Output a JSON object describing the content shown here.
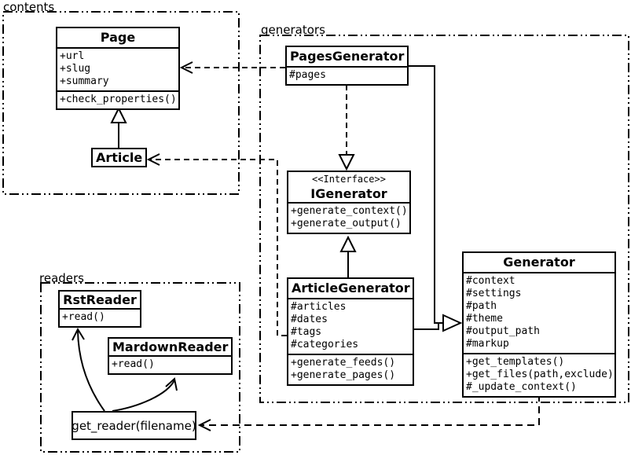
{
  "packages": {
    "contents": {
      "label": "contents"
    },
    "generators": {
      "label": "generators"
    },
    "readers": {
      "label": "readers"
    }
  },
  "classes": {
    "page": {
      "name": "Page",
      "attributes": [
        "+url",
        "+slug",
        "+summary"
      ],
      "methods": [
        "+check_properties()"
      ]
    },
    "article": {
      "name": "Article"
    },
    "pages_generator": {
      "name": "PagesGenerator",
      "attributes": [
        "#pages"
      ]
    },
    "igenerator": {
      "stereotype": "<<Interface>>",
      "name": "IGenerator",
      "methods": [
        "+generate_context()",
        "+generate_output()"
      ]
    },
    "article_generator": {
      "name": "ArticleGenerator",
      "attributes": [
        "#articles",
        "#dates",
        "#tags",
        "#categories"
      ],
      "methods": [
        "+generate_feeds()",
        "+generate_pages()"
      ]
    },
    "generator": {
      "name": "Generator",
      "attributes": [
        "#context",
        "#settings",
        "#path",
        "#theme",
        "#output_path",
        "#markup"
      ],
      "methods": [
        "+get_templates()",
        "+get_files(path,exclude)",
        "#_update_context()"
      ]
    },
    "rst_reader": {
      "name": "RstReader",
      "methods": [
        "+read()"
      ]
    },
    "mardown_reader": {
      "name": "MardownReader",
      "methods": [
        "+read()"
      ]
    },
    "get_reader": {
      "label": "get_reader(filename)"
    }
  },
  "relationships": [
    {
      "from": "Article",
      "to": "Page",
      "type": "inheritance"
    },
    {
      "from": "PagesGenerator",
      "to": "Page",
      "type": "dependency"
    },
    {
      "from": "ArticleGenerator",
      "to": "Article",
      "type": "dependency"
    },
    {
      "from": "PagesGenerator",
      "to": "IGenerator",
      "type": "realization"
    },
    {
      "from": "ArticleGenerator",
      "to": "IGenerator",
      "type": "inheritance"
    },
    {
      "from": "PagesGenerator",
      "to": "Generator",
      "type": "inheritance"
    },
    {
      "from": "ArticleGenerator",
      "to": "Generator",
      "type": "inheritance"
    },
    {
      "from": "Generator",
      "to": "get_reader(filename)",
      "type": "dependency"
    },
    {
      "from": "get_reader(filename)",
      "to": "RstReader",
      "type": "association"
    },
    {
      "from": "get_reader(filename)",
      "to": "MardownReader",
      "type": "association"
    }
  ],
  "colors": {
    "line": "#000000",
    "background": "#ffffff",
    "box_fill": "#ffffff"
  }
}
